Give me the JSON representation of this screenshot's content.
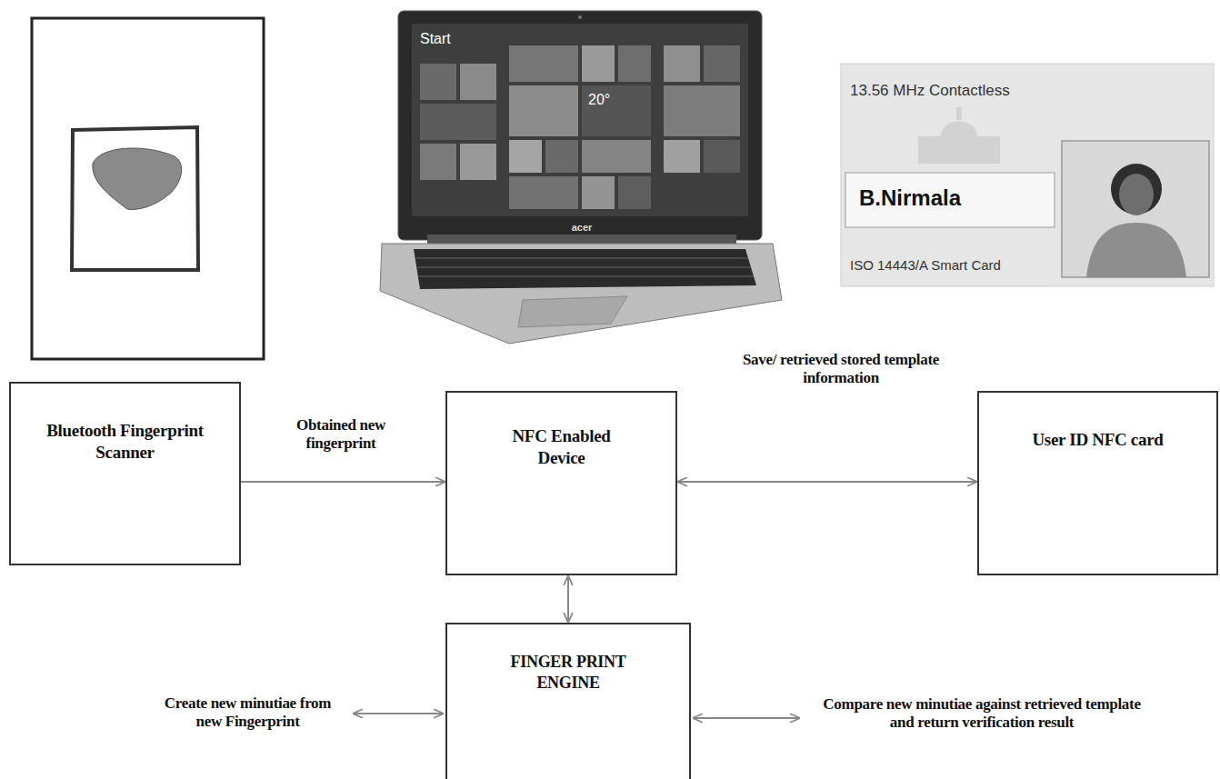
{
  "diagram": {
    "nodes": [
      {
        "text": [
          "Bluetooth Fingerprint Scanner"
        ]
      },
      {
        "text": [
          "NFC Enabled Device"
        ]
      },
      {
        "text": [
          "User ID NFC card"
        ]
      },
      {
        "text": [
          "FINGER PRINT ENGINE"
        ]
      }
    ],
    "edges": [
      {
        "from": 0,
        "to": 1,
        "arrow": "to",
        "label": "Obtained new fingerprint"
      },
      {
        "from": 1,
        "to": 2,
        "arrow": "both",
        "label": "Save/ retrieved stored template information"
      },
      {
        "from": 1,
        "to": 3,
        "arrow": "both"
      }
    ],
    "labels": [
      "Start",
      "20°",
      "acer",
      "13.56 MHz Contactless",
      "B.Nirmala",
      "ISO 14443/A Smart Card",
      "Create new minutiae from new Fingerprint",
      "Compare new minutiae against retrieved template and return verification result"
    ]
  }
}
